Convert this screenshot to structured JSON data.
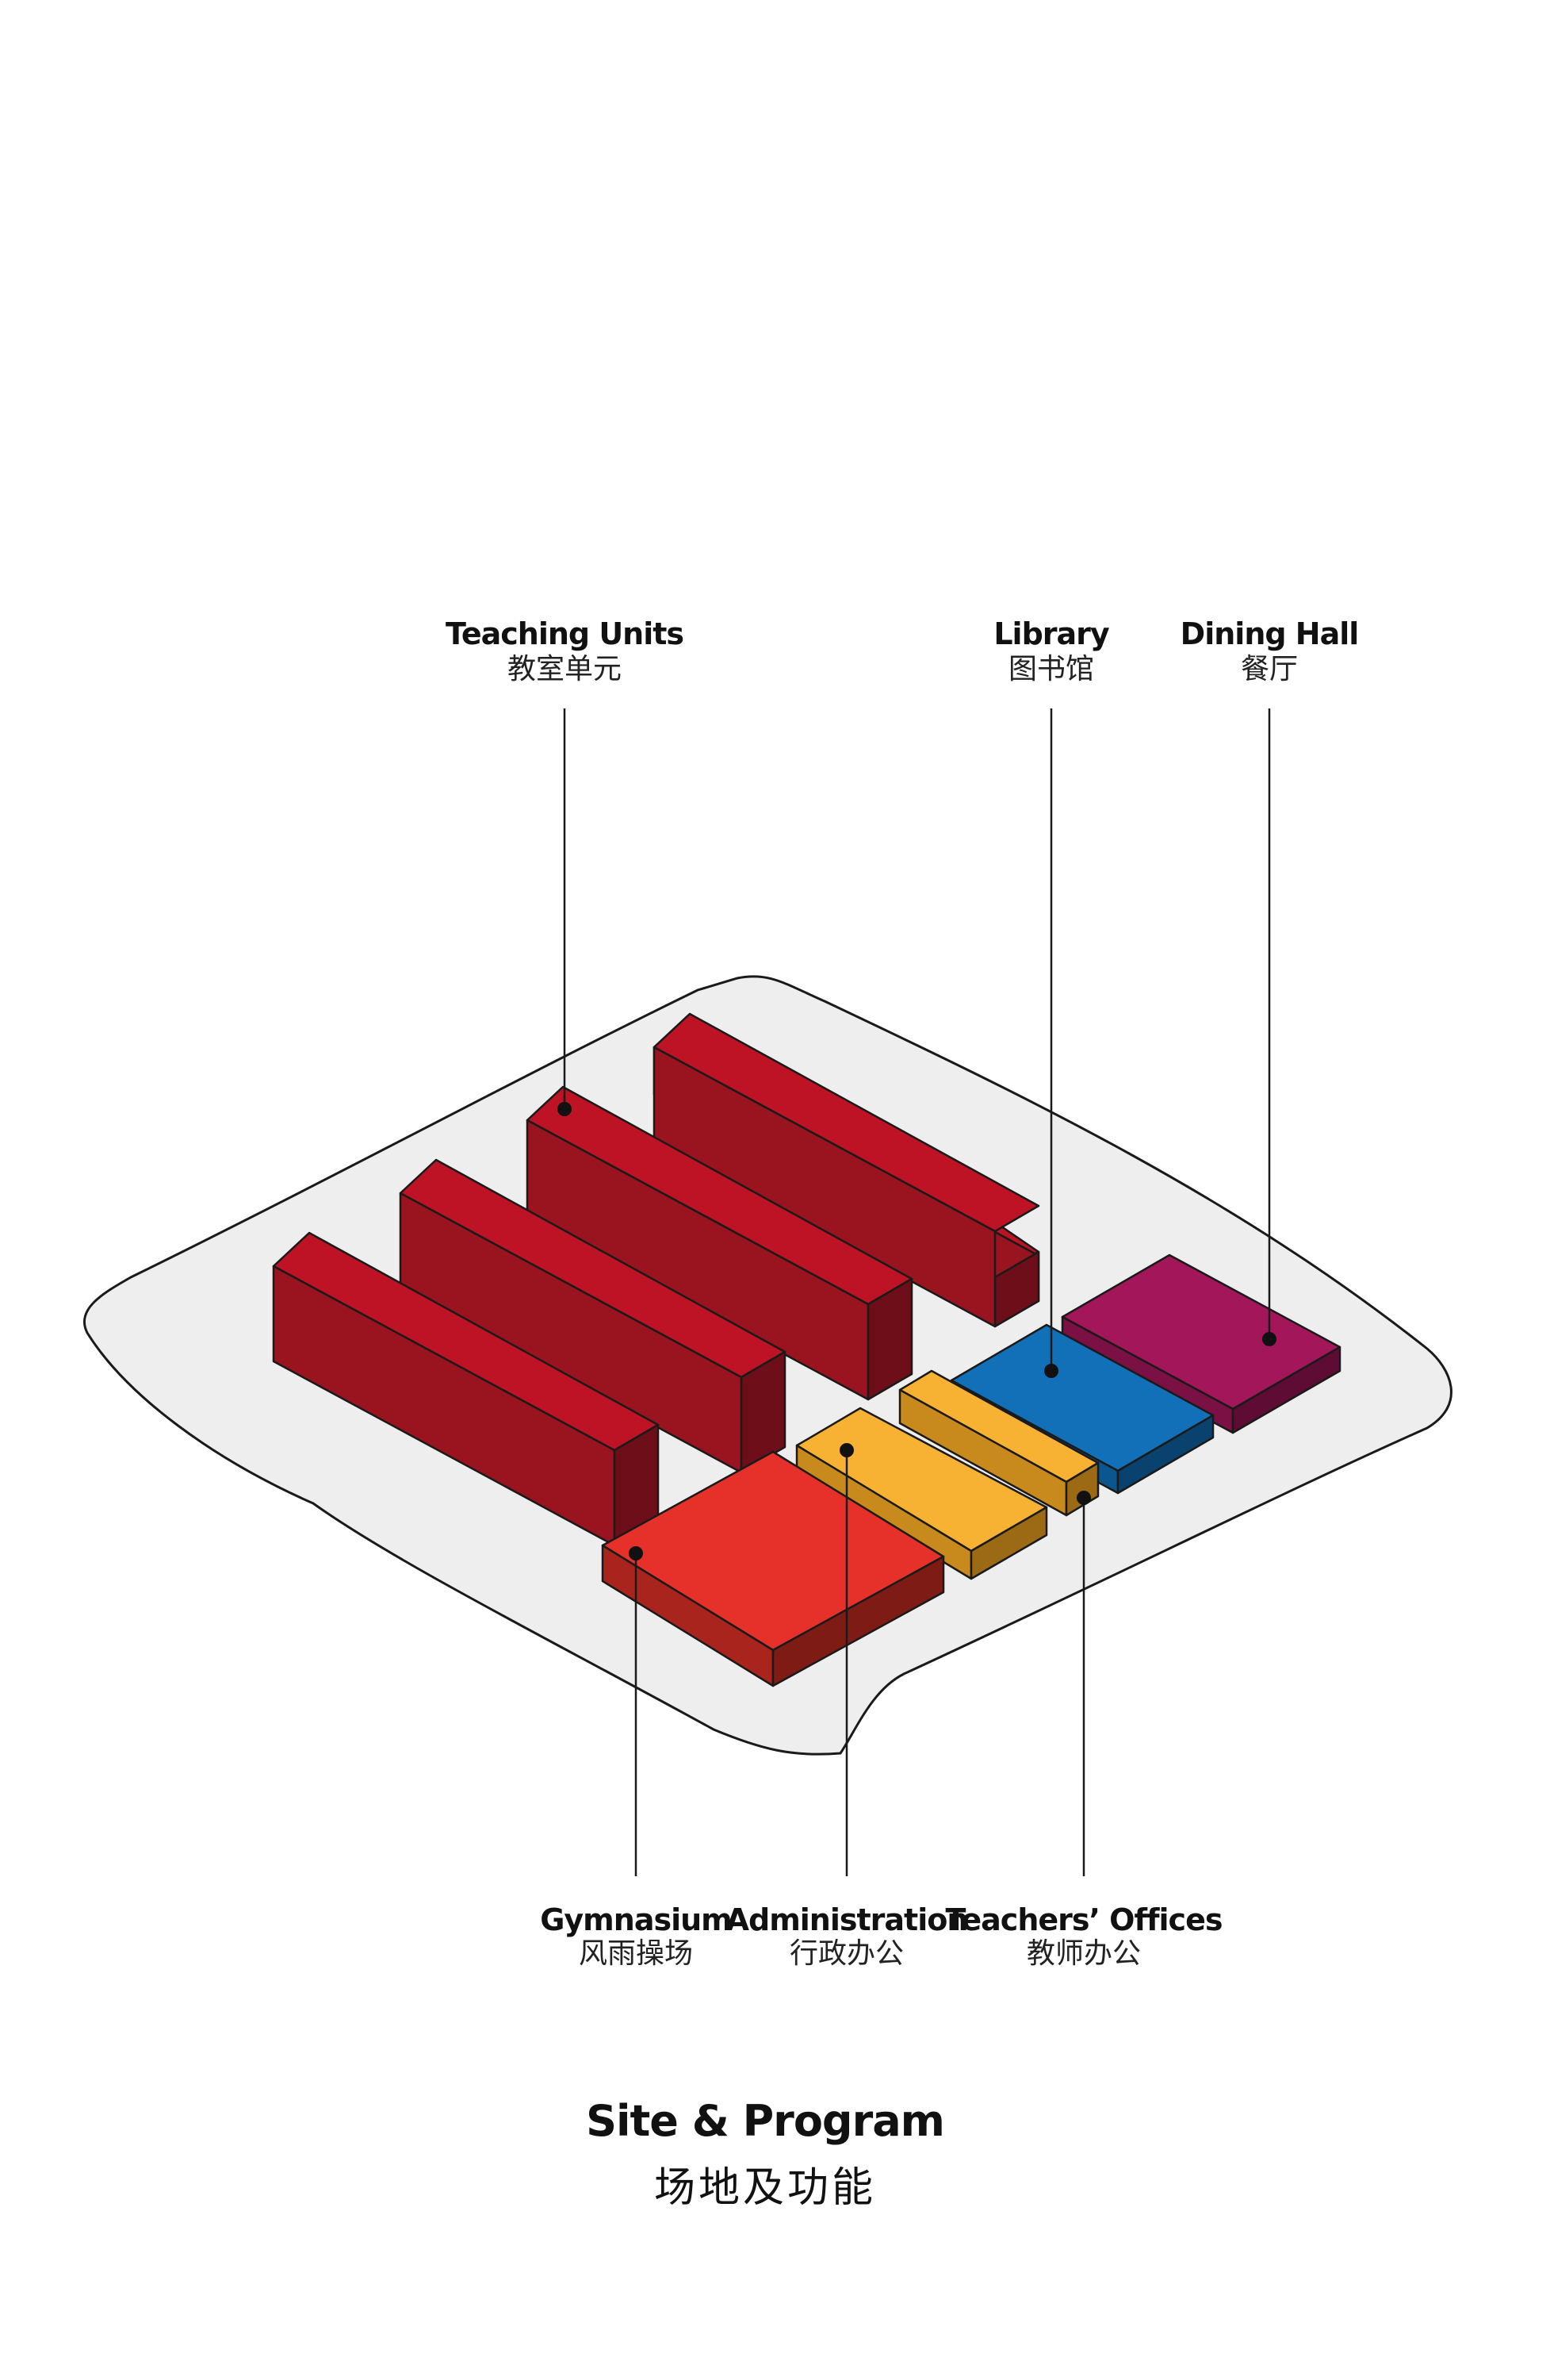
{
  "diagram": {
    "title_en": "Site & Program",
    "title_zh": "场地及功能",
    "labels": {
      "teaching": {
        "en": "Teaching Units",
        "zh": "教室单元"
      },
      "library": {
        "en": "Library",
        "zh": "图书馆"
      },
      "dining": {
        "en": "Dining Hall",
        "zh": "餐厅"
      },
      "gymnasium": {
        "en": "Gymnasium",
        "zh": "风雨操场"
      },
      "administration": {
        "en": "Administration",
        "zh": "行政办公"
      },
      "teachers": {
        "en": "Teachers’ Offices",
        "zh": "教师办公"
      }
    },
    "colors": {
      "site": "#eeeeee",
      "teaching": "#be1325",
      "gymnasium": "#e6312a",
      "administration": "#f8b233",
      "library": "#1270b8",
      "dining": "#a3175a"
    }
  }
}
